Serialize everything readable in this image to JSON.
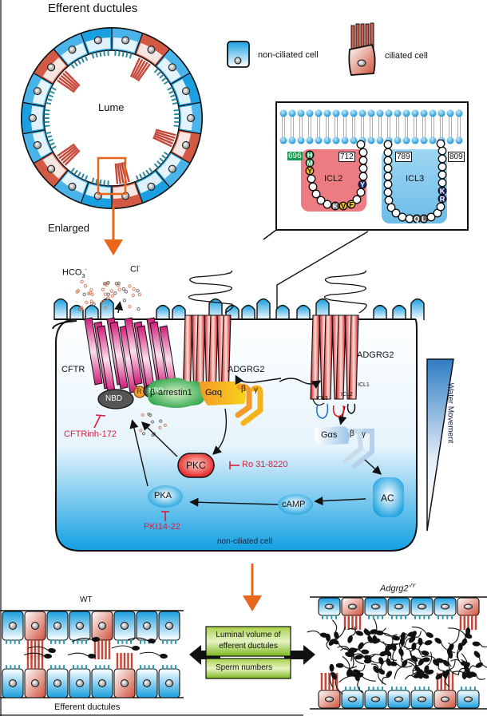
{
  "top": {
    "title": "Efferent ductules",
    "lumen_label": "Lume",
    "enlarged_label": "Enlarged"
  },
  "legend": {
    "non_ciliated": "non-ciliated cell",
    "ciliated": "ciliated cell"
  },
  "inset": {
    "icl2": {
      "label": "ICL2",
      "start": "696",
      "end": "712",
      "residues": [
        "H",
        "M",
        "Y",
        "K",
        "V",
        "F",
        "Y"
      ]
    },
    "icl3": {
      "label": "ICL3",
      "start": "789",
      "end": "809",
      "residues": [
        "Q",
        "L",
        "R",
        "K"
      ]
    }
  },
  "cell": {
    "hco3": "HCO",
    "hco3_sub": "3",
    "hco3_sup": "-",
    "cl": "Cl",
    "cl_sup": "-",
    "cftr": "CFTR",
    "nbd": "NBD",
    "r": "R",
    "arrestin": "β-arrestin1",
    "gaq": "Gαq",
    "beta": "β",
    "gamma": "γ",
    "adgrg2_left": "ADGRG2",
    "adgrg2_right": "ADGRG2",
    "icl1": "ICL1",
    "icl2": "ICL2",
    "icl3": "ICL3",
    "gas": "Gαs",
    "pkc": "PKC",
    "pka": "PKA",
    "camp": "cAMP",
    "ac": "AC",
    "cftr_inh": "CFTRinh-172",
    "ro": "Ro 31-8220",
    "pki": "PKI14-22",
    "cell_label": "non-ciliated cell",
    "water": "Water Movement"
  },
  "bottom": {
    "wt": "WT",
    "ko": "Adgrg2",
    "ko_sup": "-/Y",
    "ductules": "Efferent ductules",
    "box1": "Luminal volume of efferent ductules",
    "box1_line1": "Luminal volume of",
    "box1_line2": "efferent ductules",
    "box2": "Sperm numbers"
  },
  "colors": {
    "orange_arrow": "#e8661c",
    "inhibitor_red": "#d81e3c",
    "icl2_bg": "#ec7b82",
    "icl3_bg": "#7ec6ec",
    "receptor_red": "#e0201c",
    "cftr_pink": "#d81e78",
    "arrestin_green": "#3aa648",
    "gaq_yellow": "#f6c21c",
    "green_box": "#7db81e"
  }
}
